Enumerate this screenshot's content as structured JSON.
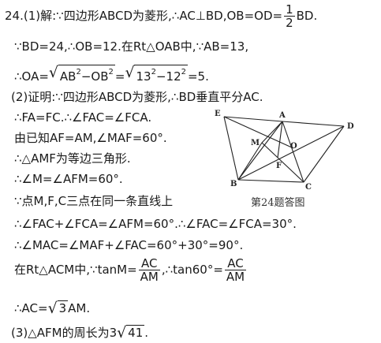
{
  "lines": {
    "l1a": "24.(1)解:∵四边形ABCD为菱形,∴AC⊥BD,OB=OD=",
    "l1_num": "1",
    "l1_den": "2",
    "l1b": "BD.",
    "l2": "∵BD=24,∴OB=12.在Rt△OAB中,∵AB=13,",
    "l3a": "∴OA=",
    "l3_rad1a": "AB",
    "l3_rad1b": "−OB",
    "l3_eq": "=",
    "l3_rad2a": "13",
    "l3_rad2b": "−12",
    "l3_end": "=5.",
    "sup2": "2",
    "l4": "(2)证明:∵四边形ABCD为菱形,∴BD垂直平分AC.",
    "l5": "∴FA=FC.∴∠FAC=∠FCA.",
    "l6": "由已知AF=AM,∠MAF=60°.",
    "l7": "∴△AMF为等边三角形.",
    "l8": "∴∠M=∠AFM=60°.",
    "l9": "∵点M,F,C三点在同一条直线上",
    "l10": "∴∠FAC+∠FCA=∠AFM=60°.∴∠FAC=∠FCA=30°.",
    "l11": "∴∠MAC=∠MAF+∠FAC=60°+30°=90°.",
    "l12a": "在Rt△ACM中,∵tanM=",
    "l12_num1": "AC",
    "l12_den1": "AM",
    "l12b": ",∴tan60°=",
    "l12_num2": "AC",
    "l12_den2": "AM",
    "l13a": "∴AC=",
    "l13_rad": "3",
    "l13b": "AM.",
    "l14a": "(3)△AFM的周长为3",
    "l14_rad": "41",
    "l14b": "."
  },
  "figure": {
    "labels": {
      "E": "E",
      "A": "A",
      "D": "D",
      "M": "M",
      "O": "O",
      "F": "F",
      "B": "B",
      "C": "C"
    },
    "caption": "第24题答图"
  }
}
